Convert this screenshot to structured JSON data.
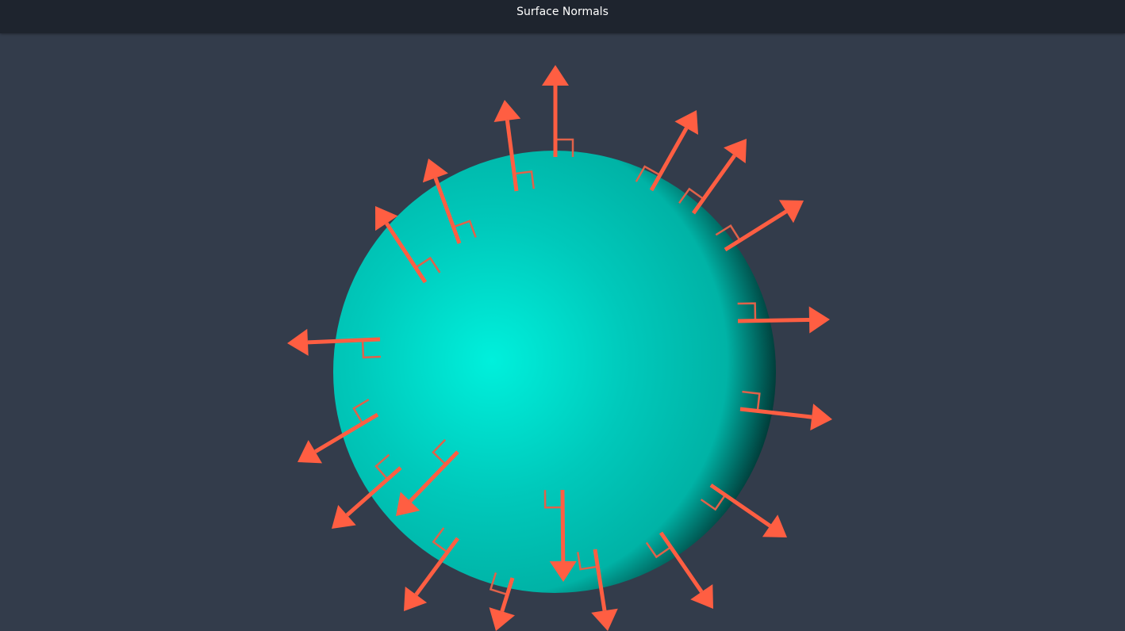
{
  "window": {
    "title": "Surface Normals"
  },
  "colors": {
    "titlebar_bg": "#1e242e",
    "viewport_bg": "#333c4b",
    "sphere_highlight": "#00f0dc",
    "sphere_mid": "#00b3a6",
    "sphere_shadow": "#011515",
    "arrow": "#ff5e42",
    "right_angle_marker": "#e0624a"
  },
  "scene": {
    "object": "sphere",
    "normal_arrow_count": 19,
    "right_angle_markers_shown": true
  }
}
